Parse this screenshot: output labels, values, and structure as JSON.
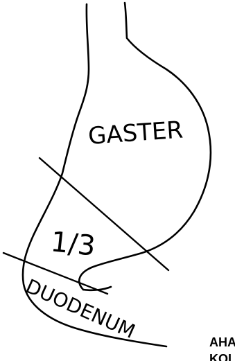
{
  "diagram": {
    "labels": {
      "stomach": "GASTER",
      "fraction": "1/3",
      "duodenum": "DUODENUM",
      "caption_line1": "AHA",
      "caption_line2": "KOL"
    },
    "ink_color": "#000000",
    "background_color": "#ffffff"
  }
}
